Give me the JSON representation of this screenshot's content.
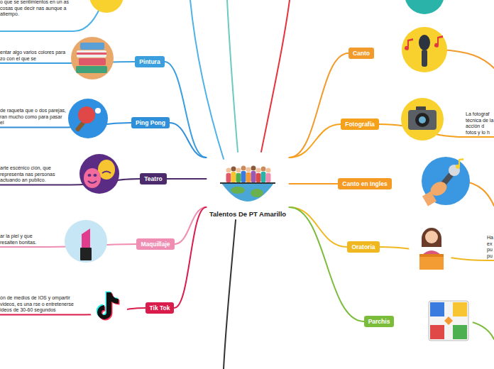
{
  "diagram": {
    "nodes": [
      {
        "text": [
          "Talentos De PT Amarillo"
        ]
      },
      {
        "text": [
          "o que se sentimientos en un as cosas que decir nas aunque a atiempo."
        ]
      },
      {
        "text": [
          "Pintura"
        ]
      },
      {
        "text": [
          "entar algo varios colores para zo con el que se"
        ]
      },
      {
        "text": [
          "Ping Pong"
        ]
      },
      {
        "text": [
          "de raqueta que o dos parejas, ran mucho como para pasar el"
        ]
      },
      {
        "text": [
          "Teatro"
        ]
      },
      {
        "text": [
          "arte escénico ción, que representa nas personas actuando an publico."
        ]
      },
      {
        "text": [
          "Maquillaje"
        ]
      },
      {
        "text": [
          "ar la piel y que resalten bonitas."
        ]
      },
      {
        "text": [
          "Tik Tok"
        ]
      },
      {
        "text": [
          "ón de medios de IOS y ompartir videos, es una rse o entretenerse ideos de 30-60 segundos"
        ]
      },
      {
        "text": [
          "Canto"
        ]
      },
      {
        "text": [
          "Fotografía"
        ]
      },
      {
        "text": [
          "La fotograf técnica de la acción d fotos y lo h"
        ]
      },
      {
        "text": [
          "Canto en Ingles"
        ]
      },
      {
        "text": [
          "Oratoria"
        ]
      },
      {
        "text": [
          "Ha ex pu pu"
        ]
      },
      {
        "text": [
          "Parchis"
        ]
      }
    ],
    "edges": [
      {
        "from": 0,
        "to": 2,
        "arrow": "none"
      },
      {
        "from": 0,
        "to": 4,
        "arrow": "none"
      },
      {
        "from": 0,
        "to": 6,
        "arrow": "none"
      },
      {
        "from": 0,
        "to": 8,
        "arrow": "none"
      },
      {
        "from": 0,
        "to": 10,
        "arrow": "none"
      },
      {
        "from": 0,
        "to": 12,
        "arrow": "none"
      },
      {
        "from": 0,
        "to": 13,
        "arrow": "none"
      },
      {
        "from": 0,
        "to": 15,
        "arrow": "none"
      },
      {
        "from": 0,
        "to": 16,
        "arrow": "none"
      },
      {
        "from": 0,
        "to": 18,
        "arrow": "none"
      },
      {
        "from": 2,
        "to": 3,
        "arrow": "none"
      },
      {
        "from": 4,
        "to": 5,
        "arrow": "none"
      },
      {
        "from": 6,
        "to": 7,
        "arrow": "none"
      },
      {
        "from": 8,
        "to": 9,
        "arrow": "none"
      },
      {
        "from": 10,
        "to": 11,
        "arrow": "none"
      },
      {
        "from": 13,
        "to": 14,
        "arrow": "none"
      },
      {
        "from": 16,
        "to": 17,
        "arrow": "none"
      }
    ]
  }
}
